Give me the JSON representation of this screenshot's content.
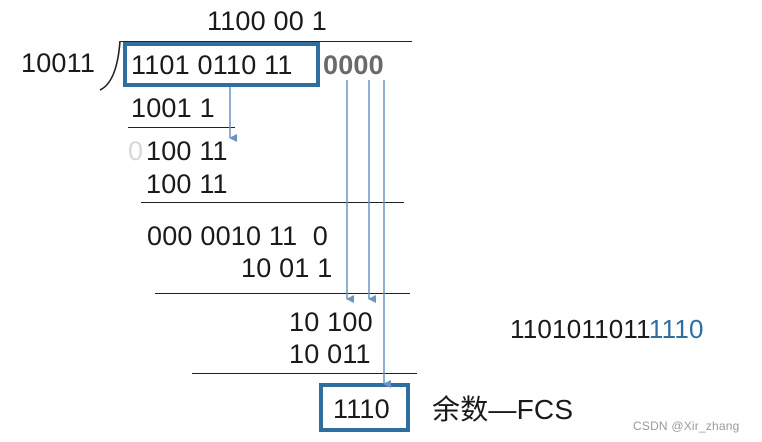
{
  "colors": {
    "box_border": "#2f6fa0",
    "arrow": "#6b93c2",
    "appended_zeros": "#6a6a6a",
    "crc_suffix": "#2f6fa0",
    "text": "#1a1a1a",
    "faint_zero": "#d8d8d8"
  },
  "division": {
    "quotient": "1100 00 1",
    "divisor": "10011",
    "dividend_data": "1101 0110 11",
    "appended_zeros": "0000",
    "steps": [
      "1001 1",
      "100 11",
      "100 11",
      "000 0010 11  0",
      "10 01 1",
      "10 100",
      "10 011"
    ],
    "faint_leading_zero": "0",
    "remainder": "1110",
    "remainder_label": "余数—FCS"
  },
  "result": {
    "frame_prefix": "1101011011",
    "fcs_suffix": "1110"
  },
  "watermark": "CSDN @Xir_zhang"
}
